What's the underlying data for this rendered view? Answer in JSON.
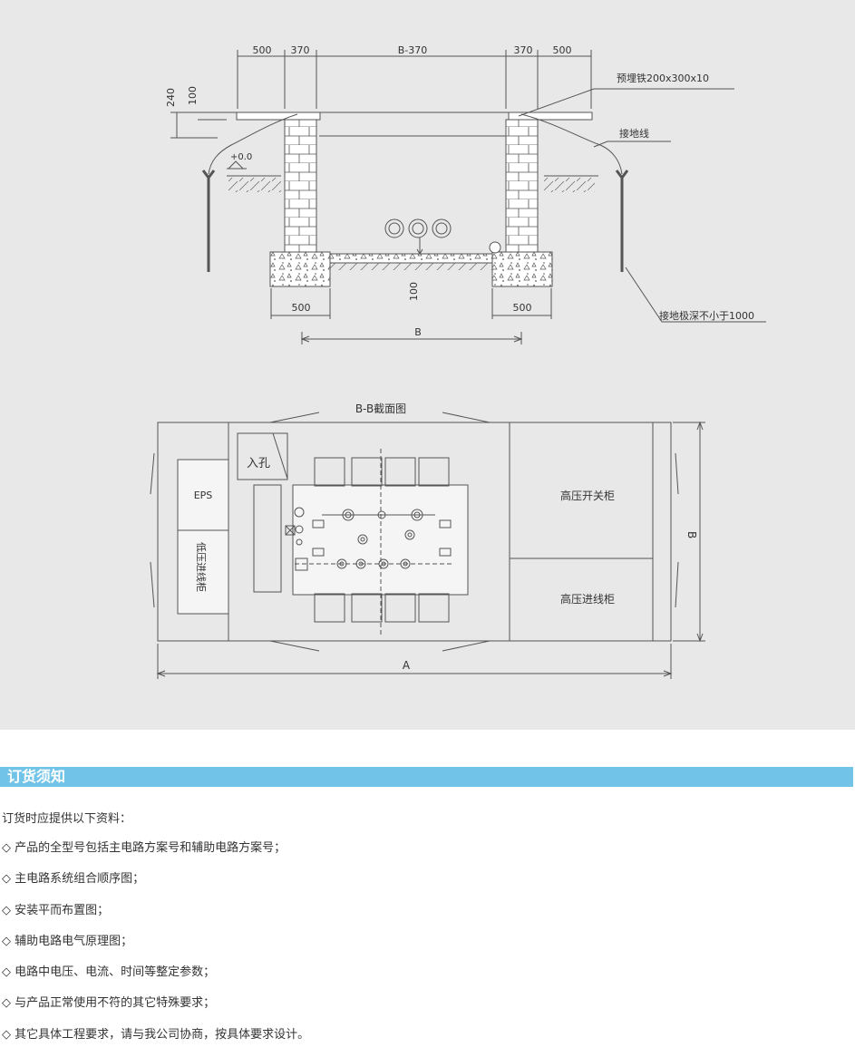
{
  "drawing": {
    "elevation": {
      "dims_top": [
        "500",
        "370",
        "B-370",
        "370",
        "500"
      ],
      "dim_240": "240",
      "dim_100_left": "100",
      "ground_level": "+0.0",
      "label_embedded_iron": "预埋铁200x300x10",
      "label_ground_wire": "接地线",
      "dim_100_bottom": "100",
      "dim_500_left": "500",
      "dim_500_right": "500",
      "dim_b": "B",
      "label_electrode_depth": "接地极深不小于1000"
    },
    "plan": {
      "title": "B-B截面图",
      "manhole": "入孔",
      "eps": "EPS",
      "lv_incoming": "低压进线柜",
      "hv_switch": "高压开关柜",
      "hv_incoming": "高压进线柜",
      "dim_b": "B",
      "dim_a": "A"
    }
  },
  "ordering": {
    "heading": "订货须知",
    "intro": "订货时应提供以下资料：",
    "items": [
      "◇ 产品的全型号包括主电路方案号和辅助电路方案号；",
      "◇ 主电路系统组合顺序图；",
      "◇ 安装平而布置图；",
      "◇ 辅助电路电气原理图；",
      "◇ 电路中电压、电流、时间等整定参数；",
      "◇ 与产品正常使用不符的其它特殊要求；",
      "◇ 其它具体工程要求，请与我公司协商，按具体要求设计。"
    ]
  }
}
